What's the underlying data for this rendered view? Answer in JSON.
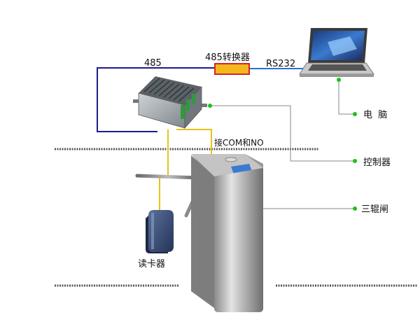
{
  "labels": {
    "line_485": "485",
    "converter": "485转换器",
    "rs232": "RS232",
    "com_no": "接COM和NO",
    "computer": "电  脑",
    "controller": "控制器",
    "turnstile": "三辊闸",
    "card_reader": "读卡器"
  },
  "colors": {
    "bus_485": "#1c1c8c",
    "rs232_wire": "#2a6fd6",
    "signal_wire": "#e6c21a",
    "callout_line": "#888888",
    "callout_dot": "#19c219",
    "converter_fill": "#f5b81c",
    "converter_border": "#d0262a",
    "floor_line": "#555555"
  },
  "icons": {
    "laptop": "laptop-icon",
    "controller": "controller-box-icon",
    "card_reader": "card-reader-icon",
    "turnstile": "tripod-turnstile-icon"
  }
}
